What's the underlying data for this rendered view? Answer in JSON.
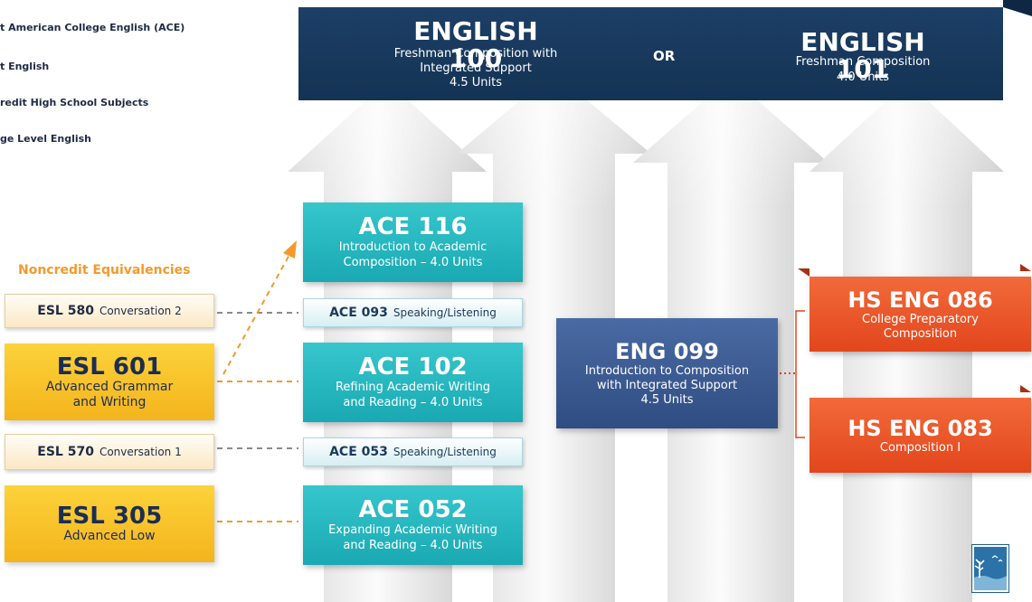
{
  "legend": [
    "t American College English (ACE)",
    "t English",
    "redit High School Subjects",
    "ge Level English"
  ],
  "top": {
    "eng100": {
      "code": "ENGLISH 100",
      "title1": "Freshman Composition with",
      "title2": "Integrated Support",
      "units": "4.5 Units"
    },
    "or": "OR",
    "eng101": {
      "code": "ENGLISH 101",
      "title1": "Freshman Composition",
      "units": "4.0 Units"
    }
  },
  "ace": {
    "ace116": {
      "code": "ACE 116",
      "title1": "Introduction to Academic",
      "title2": "Composition – 4.0 Units"
    },
    "ace093": {
      "code": "ACE 093",
      "title": "Speaking/Listening"
    },
    "ace102": {
      "code": "ACE 102",
      "title1": "Refining Academic Writing",
      "title2": "and Reading – 4.0 Units"
    },
    "ace053": {
      "code": "ACE 053",
      "title": "Speaking/Listening"
    },
    "ace052": {
      "code": "ACE 052",
      "title1": "Expanding Academic Writing",
      "title2": "and Reading – 4.0 Units"
    }
  },
  "noncredit": {
    "heading": "Noncredit Equivalencies",
    "esl580": {
      "code": "ESL 580",
      "title": "Conversation 2"
    },
    "esl601": {
      "code": "ESL 601",
      "title1": "Advanced Grammar",
      "title2": "and Writing"
    },
    "esl570": {
      "code": "ESL 570",
      "title": "Conversation 1"
    },
    "esl305": {
      "code": "ESL 305",
      "title1": "Advanced Low"
    }
  },
  "eng099": {
    "code": "ENG 099",
    "title1": "Introduction to Composition",
    "title2": "with Integrated Support",
    "units": "4.5 Units"
  },
  "hs": {
    "hs086": {
      "code": "HS ENG 086",
      "title1": "College Preparatory",
      "title2": "Composition"
    },
    "hs083": {
      "code": "HS ENG 083",
      "title1": "Composition I"
    }
  },
  "colors": {
    "navy": "#143354",
    "teal": "#1aa9b2",
    "orange": "#e2461c",
    "gold": "#f4b41c",
    "steel": "#2f4d82",
    "accent": "#f39a2b"
  },
  "logo_icon": "college-logo-icon"
}
